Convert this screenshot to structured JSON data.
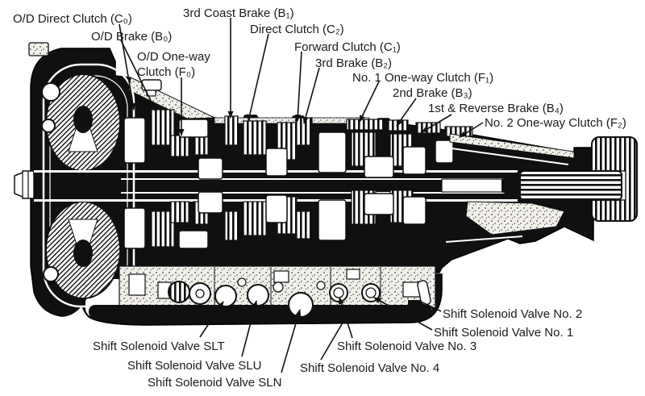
{
  "diagram": {
    "type": "automatic-transmission-cross-section",
    "ink_color": "#111111",
    "background_color": "#ffffff"
  },
  "top_labels": {
    "od_direct_clutch": "O/D Direct Clutch (C₀)",
    "od_brake": "O/D Brake (B₀)",
    "od_one_way_line1": "O/D One-way",
    "od_one_way_line2": "Clutch (F₀)",
    "third_coast_brake": "3rd Coast Brake (B₁)",
    "direct_clutch": "Direct Clutch (C₂)",
    "forward_clutch": "Forward Clutch (C₁)",
    "third_brake": "3rd Brake (B₂)",
    "no1_one_way_clutch": "No. 1 One-way Clutch (F₁)",
    "second_brake": "2nd Brake (B₃)",
    "first_reverse_brake": "1st & Reverse Brake (B₄)",
    "no2_one_way_clutch": "No. 2 One-way Clutch (F₂)"
  },
  "bottom_labels": {
    "solenoid_no2": "Shift Solenoid Valve No. 2",
    "solenoid_no1": "Shift Solenoid Valve No. 1",
    "solenoid_slt": "Shift Solenoid Valve SLT",
    "solenoid_no3": "Shift Solenoid Valve No. 3",
    "solenoid_slu": "Shift Solenoid Valve SLU",
    "solenoid_no4": "Shift Solenoid Valve No. 4",
    "solenoid_sln": "Shift Solenoid Valve SLN"
  }
}
